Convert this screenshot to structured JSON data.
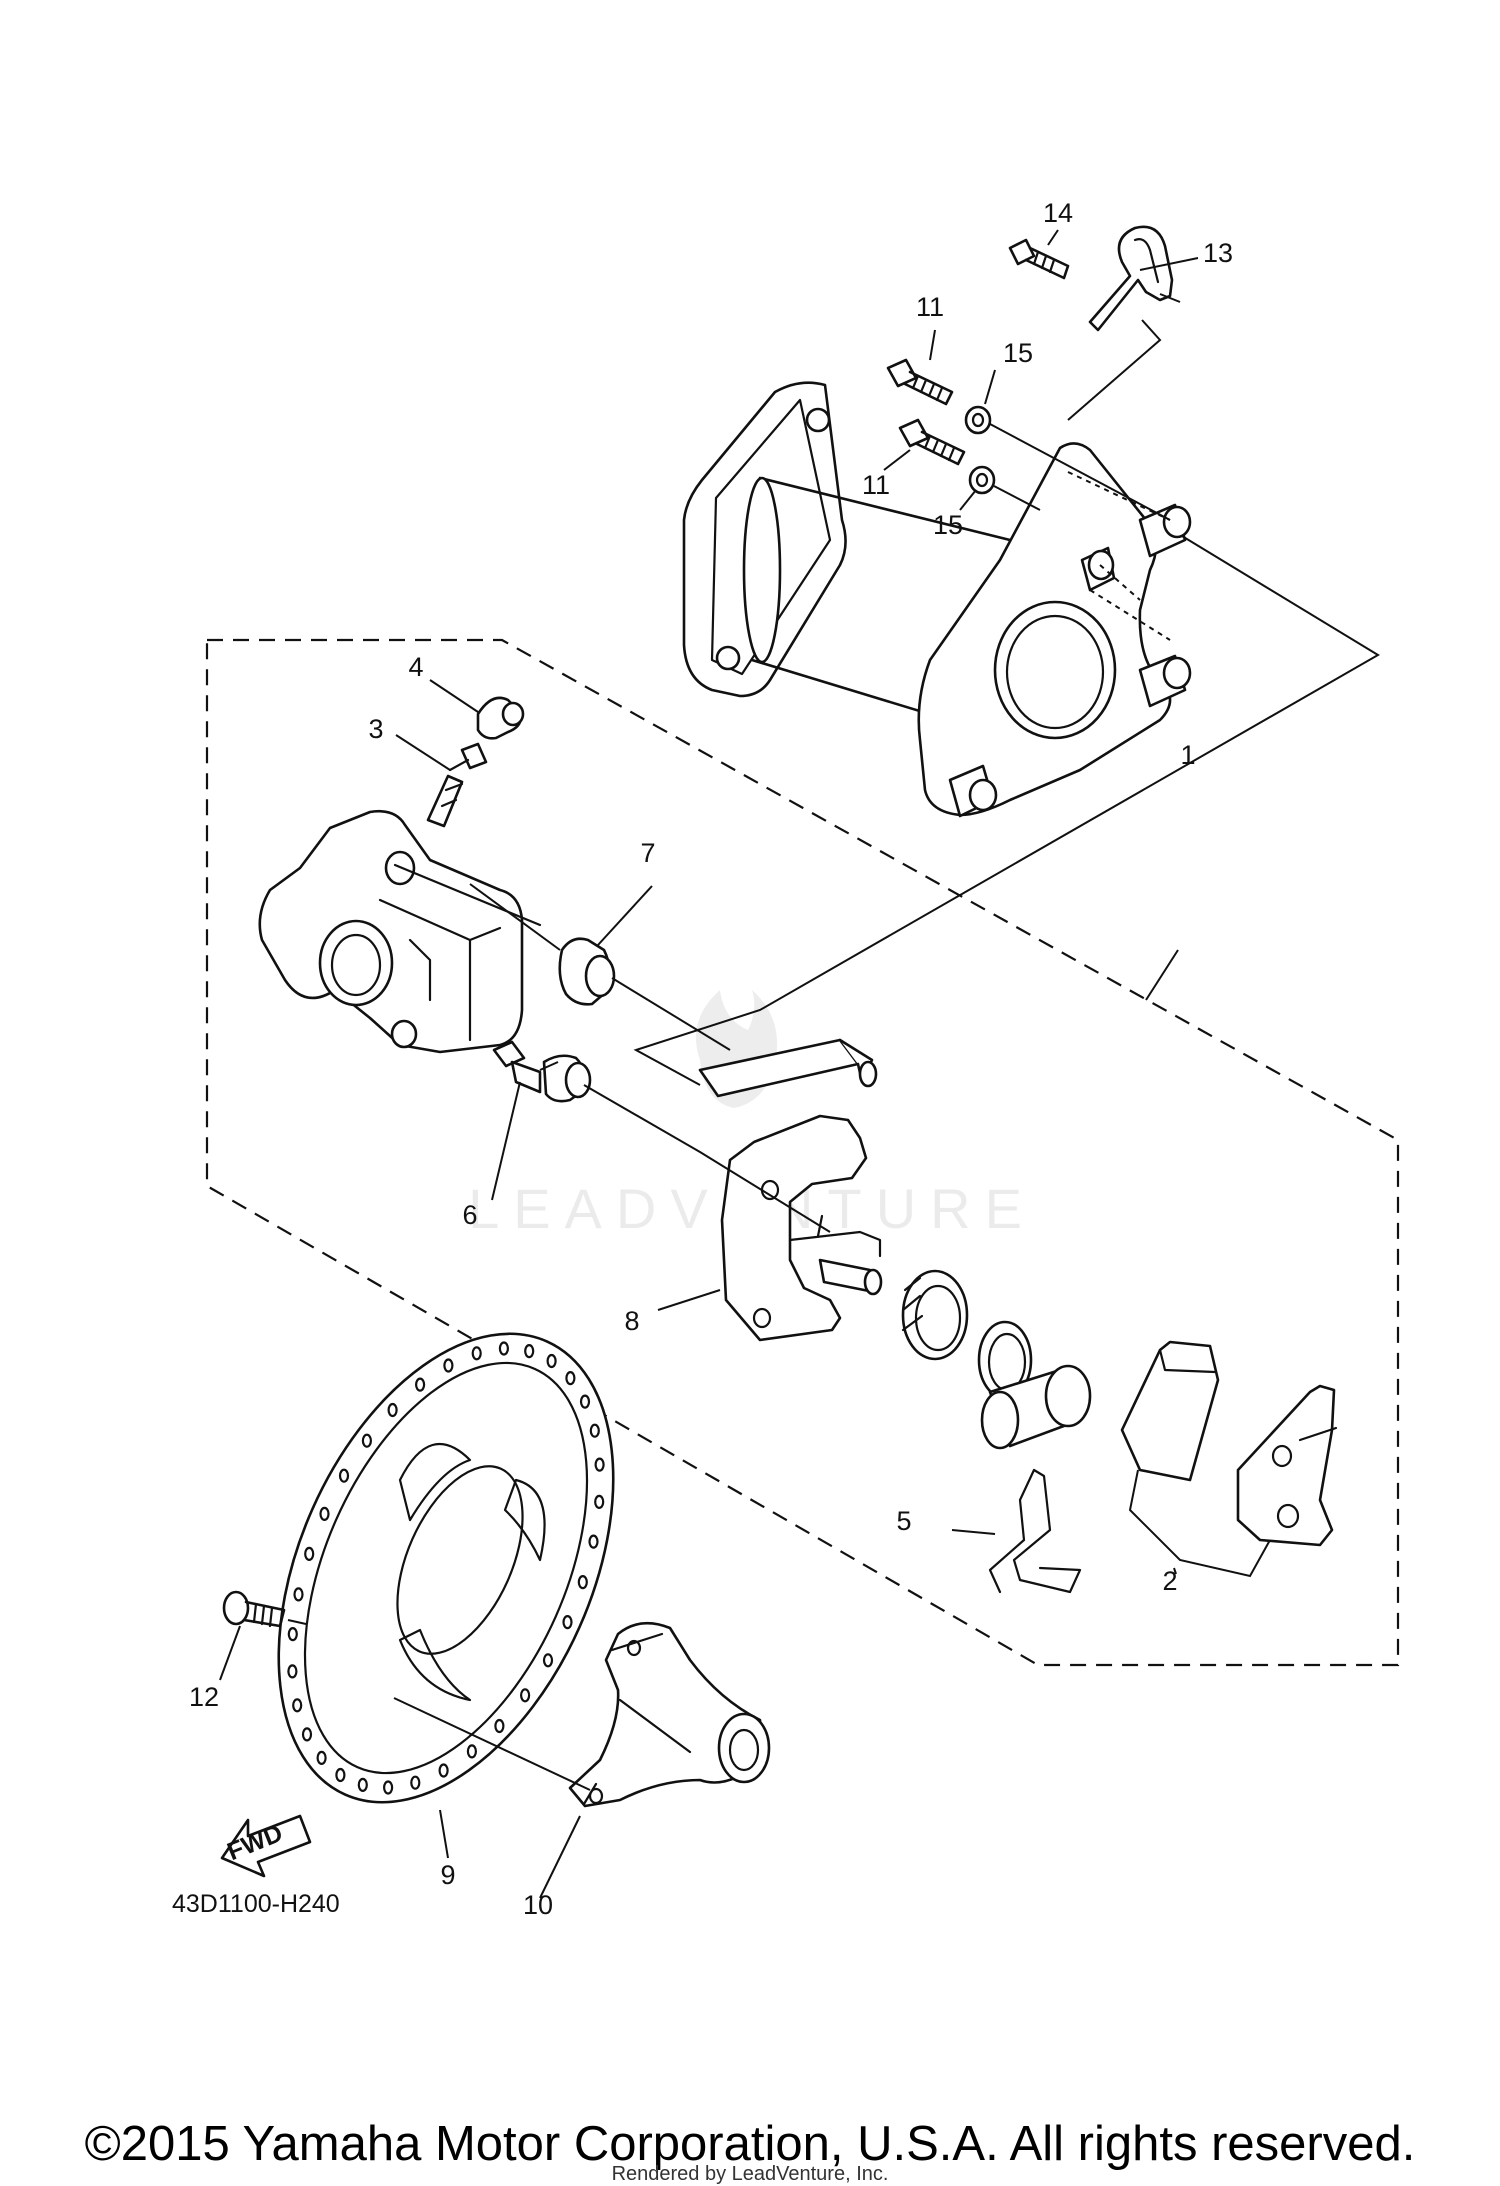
{
  "diagram": {
    "code": "43D1100-H240",
    "fwd_label": "FWD",
    "watermark": "LEADVENTURE",
    "callouts": [
      "1",
      "2",
      "3",
      "4",
      "5",
      "6",
      "7",
      "8",
      "9",
      "10",
      "11",
      "11",
      "12",
      "13",
      "14",
      "15",
      "15"
    ]
  },
  "footer": {
    "copyright": "©2015 Yamaha Motor Corporation, U.S.A. All rights reserved.",
    "rendered_by": "Rendered by LeadVenture, Inc."
  }
}
